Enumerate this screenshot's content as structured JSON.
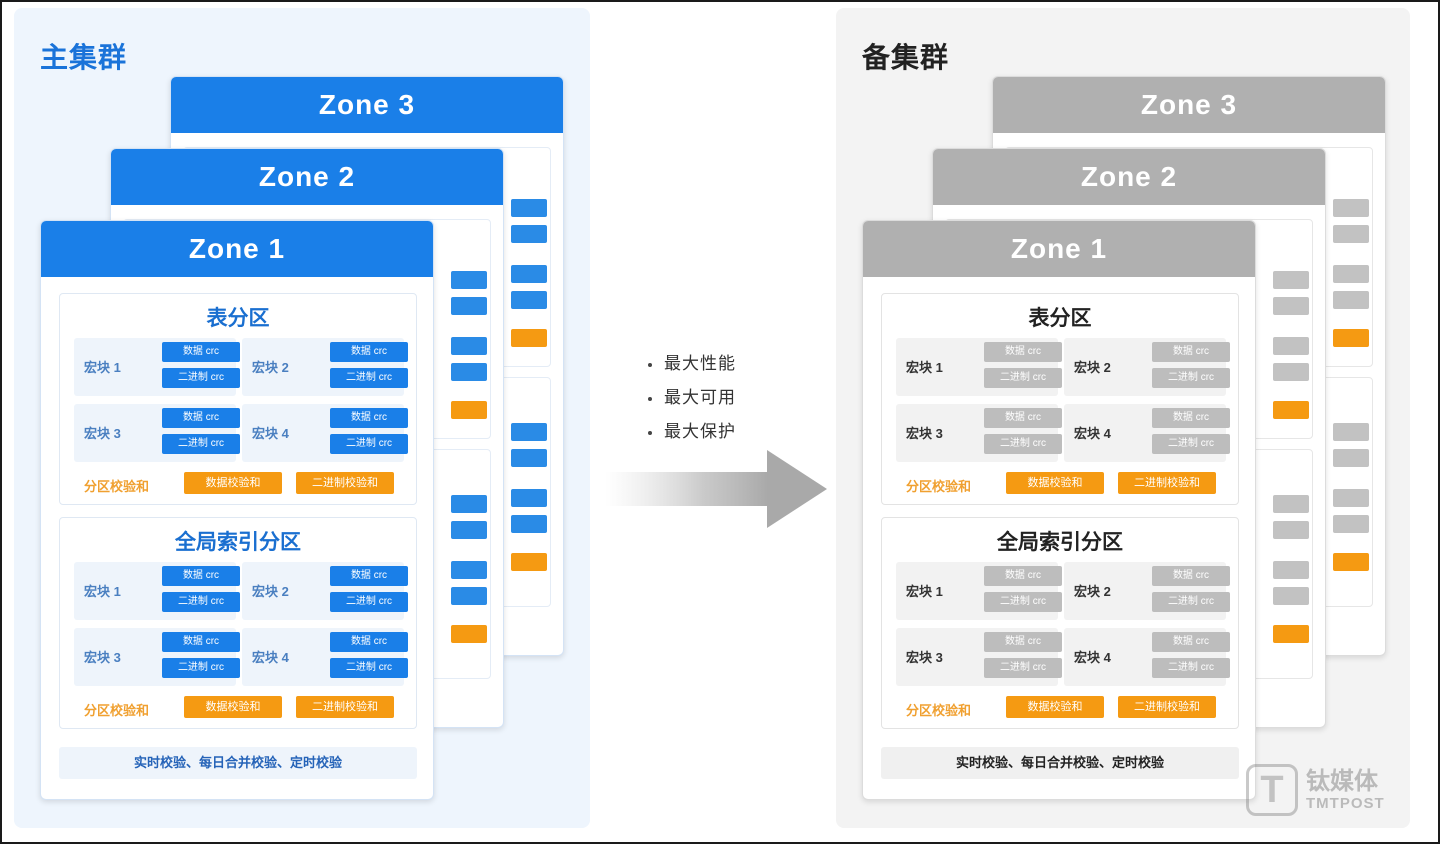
{
  "primary_cluster": {
    "title": "主集群",
    "zones": [
      "Zone 3",
      "Zone 2",
      "Zone 1"
    ]
  },
  "standby_cluster": {
    "title": "备集群",
    "zones": [
      "Zone 3",
      "Zone 2",
      "Zone 1"
    ]
  },
  "partition_table": {
    "title": "表分区",
    "macros": [
      {
        "label": "宏块 1",
        "data_crc": "数据 crc",
        "binary_crc": "二进制 crc"
      },
      {
        "label": "宏块 2",
        "data_crc": "数据 crc",
        "binary_crc": "二进制 crc"
      },
      {
        "label": "宏块 3",
        "data_crc": "数据 crc",
        "binary_crc": "二进制 crc"
      },
      {
        "label": "宏块 4",
        "data_crc": "数据 crc",
        "binary_crc": "二进制 crc"
      }
    ],
    "checksum_label": "分区校验和",
    "data_checksum": "数据校验和",
    "binary_checksum": "二进制校验和"
  },
  "partition_index": {
    "title": "全局索引分区",
    "macros": [
      {
        "label": "宏块 1",
        "data_crc": "数据 crc",
        "binary_crc": "二进制 crc"
      },
      {
        "label": "宏块 2",
        "data_crc": "数据 crc",
        "binary_crc": "二进制 crc"
      },
      {
        "label": "宏块 3",
        "data_crc": "数据 crc",
        "binary_crc": "二进制 crc"
      },
      {
        "label": "宏块 4",
        "data_crc": "数据 crc",
        "binary_crc": "二进制 crc"
      }
    ],
    "checksum_label": "分区校验和",
    "data_checksum": "数据校验和",
    "binary_checksum": "二进制校验和"
  },
  "verify_text": "实时校验、每日合并校验、定时校验",
  "benefits": [
    "最大性能",
    "最大可用",
    "最大保护"
  ],
  "watermark": {
    "logo": "T",
    "cn": "钛媒体",
    "en": "TMTPOST"
  },
  "colors": {
    "primary_blue": "#1a7fe8",
    "standby_gray": "#b0b0b0",
    "checksum_orange": "#f59a12"
  },
  "icons": {
    "arrow": "right-arrow-icon"
  }
}
